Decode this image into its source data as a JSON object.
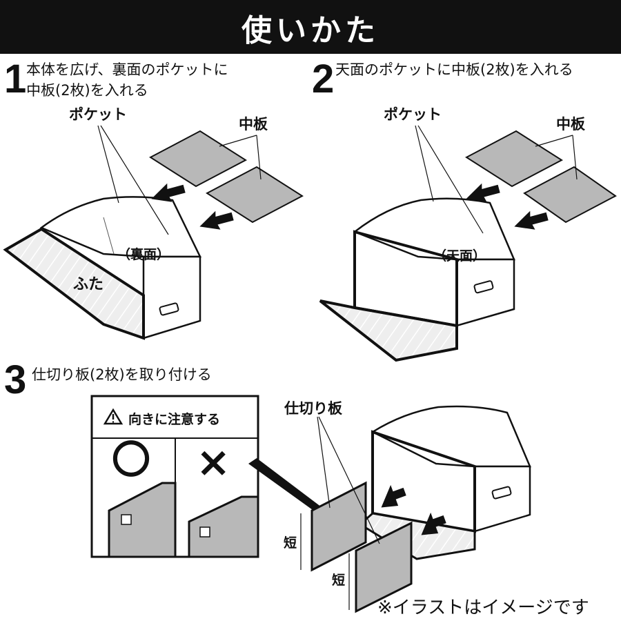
{
  "header": {
    "title": "使いかた"
  },
  "steps": [
    {
      "number": "1",
      "text_line1": "本体を広げ、裏面のポケットに",
      "text_line2": "中板(2枚)を入れる"
    },
    {
      "number": "2",
      "text": "天面のポケットに中板(2枚)を入れる"
    },
    {
      "number": "3",
      "text": "仕切り板(2枚)を取り付ける"
    }
  ],
  "figure1": {
    "pocket_label": "ポケット",
    "board_label": "中板",
    "back_label": "（裏面）",
    "lid_label": "ふた"
  },
  "figure2": {
    "pocket_label": "ポケット",
    "board_label": "中板",
    "top_label": "（天面）"
  },
  "figure3": {
    "caution_text": "向きに注意する",
    "correct_symbol": "〇",
    "wrong_symbol": "×",
    "divider_label": "仕切り板",
    "short_label_1": "短",
    "short_label_2": "短"
  },
  "footer_note": "※イラストはイメージです",
  "colors": {
    "header_bg": "#111111",
    "panel_gray": "#b8b8b8",
    "line": "#111111"
  }
}
